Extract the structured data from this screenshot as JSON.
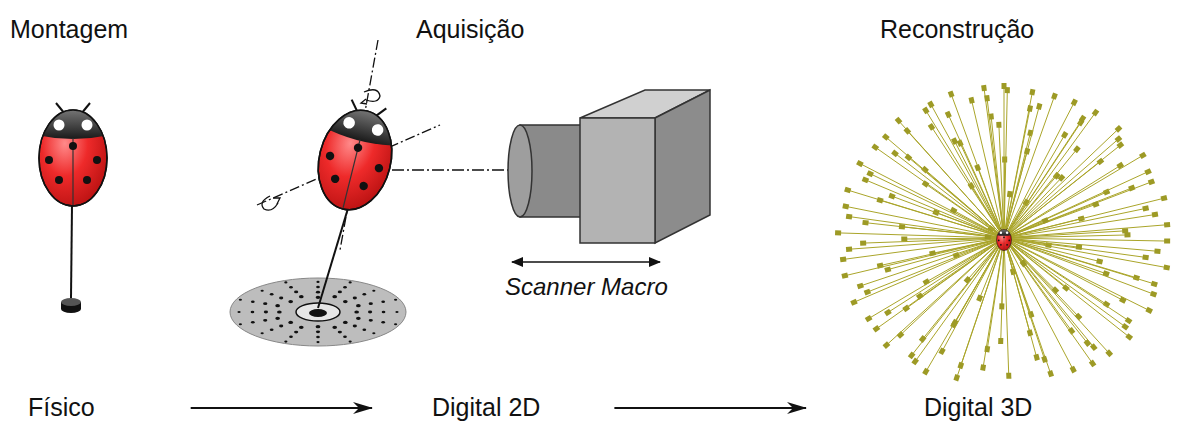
{
  "diagram": {
    "nodes": [
      {
        "text": [
          "Físico"
        ]
      },
      {
        "text": [
          "Digital 2D"
        ]
      },
      {
        "text": [
          "Digital 3D"
        ]
      }
    ],
    "edges": [
      {
        "from": 0,
        "to": 1,
        "arrow": "to"
      },
      {
        "from": 1,
        "to": 2,
        "arrow": "to"
      }
    ],
    "labels": [
      "Montagem",
      "Aquisição",
      "Reconstrução",
      "Scanner Macro"
    ]
  }
}
